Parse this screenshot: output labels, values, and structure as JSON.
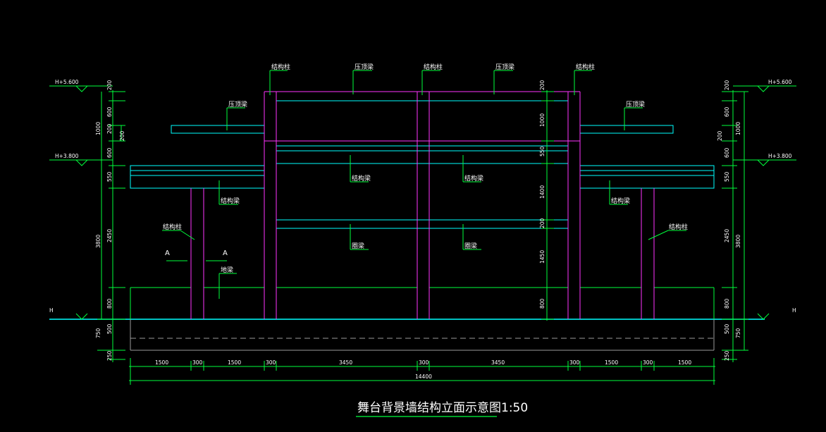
{
  "title": "舞台背景墙结构立面示意图1:50",
  "labels": {
    "col_struct": "结构柱",
    "beam_top": "压顶梁",
    "beam_struct": "结构梁",
    "ring_beam": "圈梁",
    "ground_beam": "地梁",
    "section_a": "A"
  },
  "elevations": {
    "h_5600": "H+5.600",
    "h_3800": "H+3.800",
    "h": "H"
  },
  "left_dims": {
    "d200": "200",
    "d600": "600",
    "d1000": "1000",
    "d200b": "200",
    "d600b": "600",
    "d550": "550",
    "d2450": "2450",
    "d3800": "3800",
    "d800": "800",
    "d500": "500",
    "d750": "750",
    "d250": "250"
  },
  "center_dims": {
    "d200": "200",
    "d1000": "1000",
    "d550": "550",
    "d1400": "1400",
    "d200b": "200",
    "d1450": "1450",
    "d800": "800"
  },
  "bottom_dims": [
    "1500",
    "300",
    "1500",
    "300",
    "3450",
    "300",
    "3450",
    "300",
    "1500",
    "300",
    "1500"
  ],
  "total_width": "14400",
  "colors": {
    "green": "#00ff3c",
    "cyan": "#00ffff",
    "magenta": "#ff33ff",
    "white": "#ffffff",
    "grey": "#9a9a9a"
  }
}
